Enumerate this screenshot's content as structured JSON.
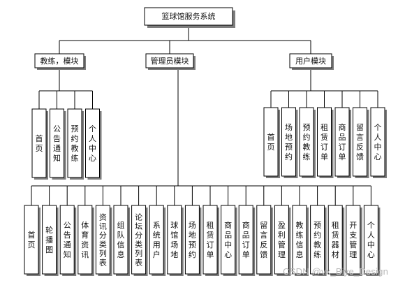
{
  "root": "篮球馆服务系统",
  "modules": [
    {
      "label": "教练，模块",
      "children": [
        "首页",
        "公告通知",
        "预约教练",
        "个人中心"
      ]
    },
    {
      "label": "管理员模块",
      "children": [
        "首页",
        "轮播图",
        "公告通知",
        "体育资讯",
        "资讯分类列表",
        "组队信息",
        "论坛分类列表",
        "系统用户",
        "球馆场地",
        "场地预约",
        "租赁订单",
        "商品中心",
        "商品订单",
        "留言反馈",
        "盈利管理",
        "教练信息",
        "预约教练",
        "租赁器材",
        "开支管理",
        "个人中心"
      ]
    },
    {
      "label": "用户模块",
      "children": [
        "首页",
        "场地预约",
        "预约教练",
        "租赁订单",
        "商品订单",
        "留言反馈",
        "个人中心"
      ]
    }
  ],
  "watermark": "CSDN @vx_Biye_Design",
  "colors": {
    "line": "#000000",
    "box_fill": "#ffffff",
    "shadow": "#7d7d7d",
    "watermark": "#b8b8b8"
  }
}
